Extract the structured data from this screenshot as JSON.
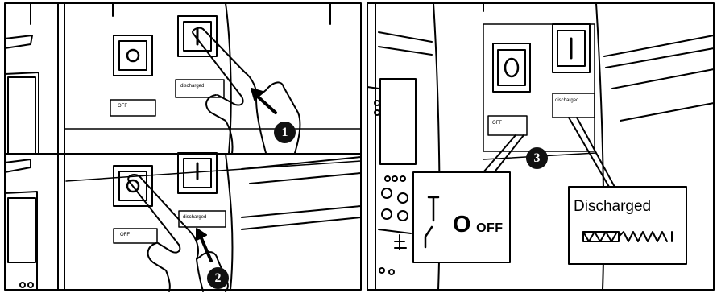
{
  "steps": {
    "one": "1",
    "two": "2",
    "three": "3"
  },
  "buttons": {
    "off_symbol": "O",
    "on_symbol": "I"
  },
  "small_labels": {
    "off": "OFF",
    "discharged": "discharged"
  },
  "callouts": {
    "off_symbol": "O",
    "off_text": "OFF",
    "discharged": "Discharged"
  },
  "icons": [
    "pointing-hand-icon",
    "arrow-icon",
    "switch-symbol-icon",
    "spring-icon"
  ]
}
